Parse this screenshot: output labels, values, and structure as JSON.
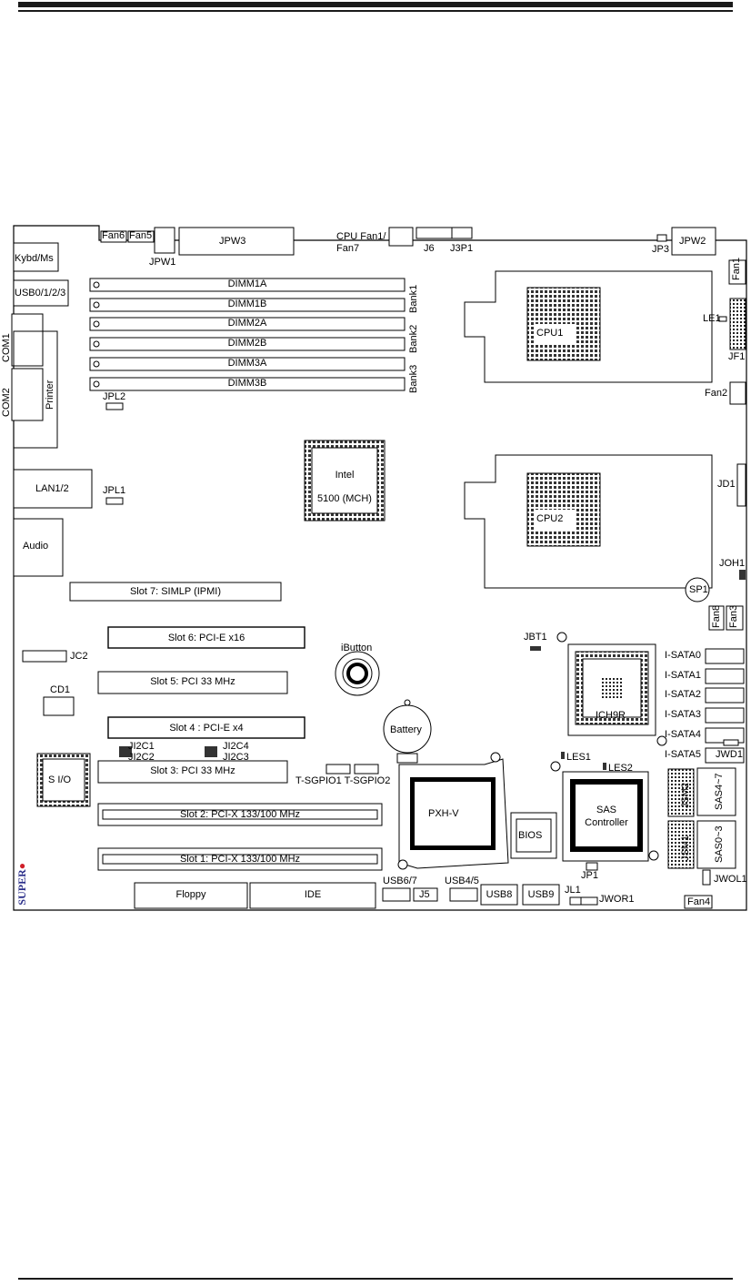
{
  "labels": {
    "kybd": "Kybd/Ms",
    "usb0123": "USB0/1/2/3",
    "com1": "COM1",
    "com2": "COM2",
    "printer": "Printer",
    "lan": "LAN1/2",
    "audio": "Audio",
    "fan6": "Fan6",
    "fan5": "Fan5",
    "jpw1": "JPW1",
    "jpw3": "JPW3",
    "cpufan1": "CPU Fan1/",
    "fan7": "Fan7",
    "j6": "J6",
    "j3p1": "J3P1",
    "jp3": "JP3",
    "jpw2": "JPW2",
    "fan1": "Fan1",
    "dimm1a": "DIMM1A",
    "dimm1b": "DIMM1B",
    "dimm2a": "DIMM2A",
    "dimm2b": "DIMM2B",
    "dimm3a": "DIMM3A",
    "dimm3b": "DIMM3B",
    "bank1": "Bank1",
    "bank2": "Bank2",
    "bank3": "Bank3",
    "cpu1": "CPU1",
    "cpu2": "CPU2",
    "le1": "LE1",
    "jf1": "JF1",
    "fan2": "Fan2",
    "jpl2": "JPL2",
    "jpl1": "JPL1",
    "mch1": "Intel",
    "mch2": "5100 (MCH)",
    "jd1": "JD1",
    "joh1": "JOH1",
    "sp1": "SP1",
    "fan8": "Fan8",
    "fan3": "Fan3",
    "slot7": "Slot 7: SIMLP (IPMI)",
    "slot6": "Slot 6: PCI-E x16",
    "slot5": "Slot 5: PCI 33 MHz",
    "slot4": "Slot 4 : PCI-E x4",
    "slot3": "Slot 3: PCI 33 MHz",
    "slot2": "Slot 2: PCI-X 133/100 MHz",
    "slot1": "Slot 1: PCI-X 133/100 MHz",
    "jc2": "JC2",
    "cd1": "CD1",
    "ibutton": "iButton",
    "battery": "Battery",
    "jbt1": "JBT1",
    "ich9r": "ICH9R",
    "isata0": "I-SATA0",
    "isata1": "I-SATA1",
    "isata2": "I-SATA2",
    "isata3": "I-SATA3",
    "isata4": "I-SATA4",
    "isata5": "I-SATA5",
    "jwd1": "JWD1",
    "ji2c1": "JI2C1",
    "ji2c2": "JI2C2",
    "ji2c4": "JI2C4",
    "ji2c3": "JI2C3",
    "sio": "S I/O",
    "tsgpio": "T-SGPIO1 T-SGPIO2",
    "les1": "LES1",
    "les2": "LES2",
    "pxh": "PXH-V",
    "bios": "BIOS",
    "sas1": "SAS",
    "sas2": "Controller",
    "jsm2": "JSM2",
    "jsm1": "JSM1",
    "sas47": "SAS4~7",
    "sas03": "SAS0~3",
    "jp1": "JP1",
    "jwol1": "JWOL1",
    "floppy": "Floppy",
    "ide": "IDE",
    "usb67": "USB6/7",
    "j5": "J5",
    "usb45": "USB4/5",
    "usb8": "USB8",
    "usb9": "USB9",
    "jl1": "JL1",
    "jwor1": "JWOR1",
    "fan4": "Fan4"
  },
  "logo": {
    "text": "SUPER",
    "dot": "●"
  }
}
